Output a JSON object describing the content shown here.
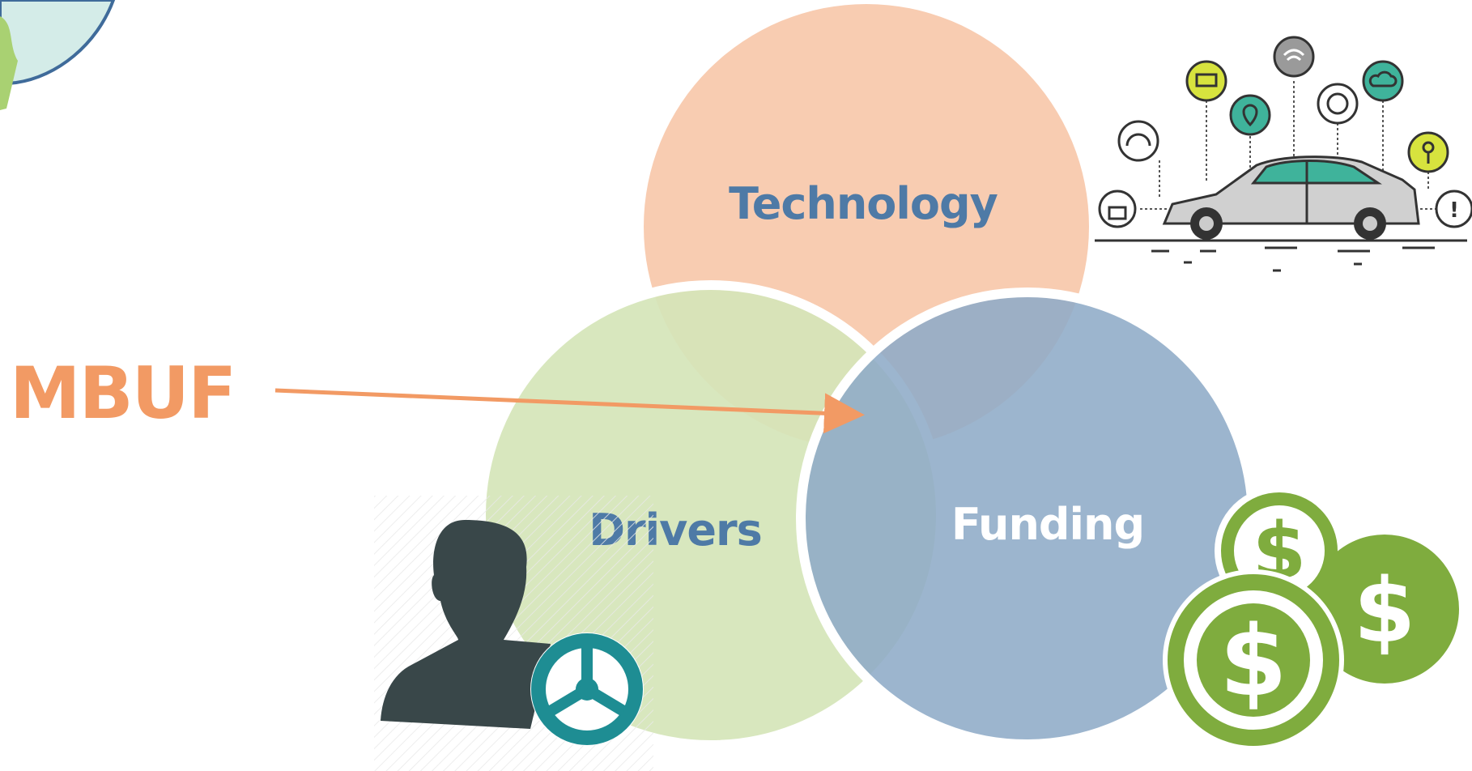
{
  "venn": {
    "technology_label": "Technology",
    "drivers_label": "Drivers",
    "funding_label": "Funding"
  },
  "callout": {
    "label": "MBUF"
  },
  "colors": {
    "technology": "#f7c3a3",
    "drivers": "#d5e5b8",
    "funding": "#8eabc7",
    "venn_text": "#4e7aa6",
    "funding_text": "#ffffff",
    "mbuf": "#f29a64",
    "coin_green": "#7fac3e",
    "driver_silhouette": "#394749",
    "steering_wheel": "#1e8d93"
  },
  "icons": {
    "car": "connected-car-icon",
    "driver": "driver-with-steering-wheel-icon",
    "money": "dollar-coins-icon",
    "corner": "globe-corner-graphic"
  }
}
